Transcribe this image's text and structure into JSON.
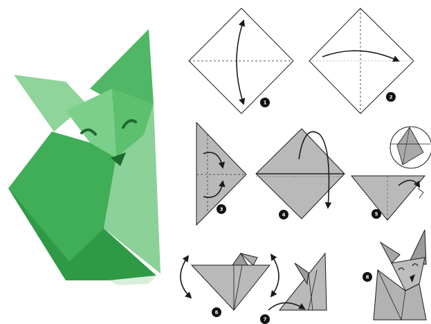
{
  "diagram": {
    "steps": [
      {
        "number": "1",
        "name": "fold-vertical-crease"
      },
      {
        "number": "2",
        "name": "fold-horizontal-crease"
      },
      {
        "number": "3",
        "name": "fold-corners-in"
      },
      {
        "number": "4",
        "name": "fold-top-down"
      },
      {
        "number": "5",
        "name": "reverse-fold-ear"
      },
      {
        "number": "6",
        "name": "fold-sides"
      },
      {
        "number": "7",
        "name": "fold-tail"
      },
      {
        "number": "8",
        "name": "finished-fox"
      }
    ]
  },
  "colors": {
    "fox_green_light": "#8fd49a",
    "fox_green_mid": "#5cc06f",
    "fox_green_dark": "#2f9a46",
    "paper_gray": "#b9b9b9",
    "paper_gray_dark": "#8e8e8e",
    "line": "#1a1a1a",
    "badge": "#111111"
  }
}
